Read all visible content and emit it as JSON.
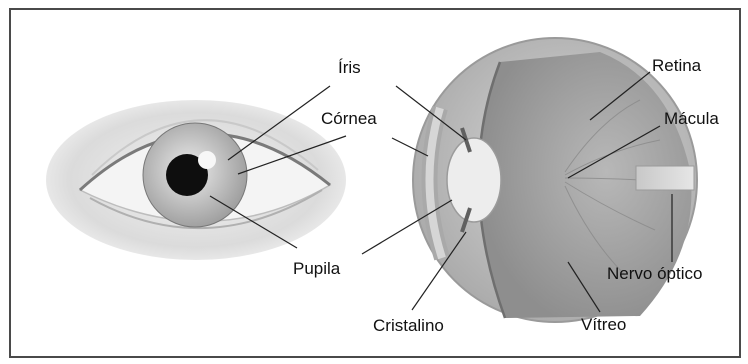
{
  "labels": {
    "iris": "Íris",
    "cornea": "Córnea",
    "pupila": "Pupila",
    "cristalino": "Cristalino",
    "retina": "Retina",
    "macula": "Mácula",
    "vitreo": "Vítreo",
    "nervo_optico": "Nervo óptico"
  }
}
